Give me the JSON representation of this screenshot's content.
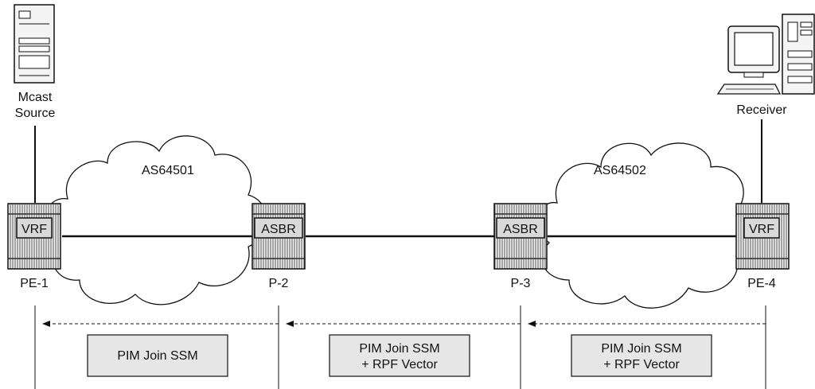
{
  "source": {
    "label_line1": "Mcast",
    "label_line2": "Source"
  },
  "receiver": {
    "label": "Receiver"
  },
  "clouds": [
    {
      "label": "AS64501"
    },
    {
      "label": "AS64502"
    }
  ],
  "routers": [
    {
      "id": "pe1",
      "tag": "VRF",
      "label": "PE-1"
    },
    {
      "id": "p2",
      "tag": "ASBR",
      "label": "P-2"
    },
    {
      "id": "p3",
      "tag": "ASBR",
      "label": "P-3"
    },
    {
      "id": "pe4",
      "tag": "VRF",
      "label": "PE-4"
    }
  ],
  "messages": [
    {
      "line1": "PIM Join SSM",
      "line2": ""
    },
    {
      "line1": "PIM Join SSM",
      "line2": "+ RPF Vector"
    },
    {
      "line1": "PIM Join SSM",
      "line2": "+ RPF Vector"
    }
  ],
  "colors": {
    "stroke": "#111111",
    "box_fill": "#e6e6e6",
    "router_fill": "#f2f2f2",
    "tag_fill": "#d9d9d9"
  }
}
